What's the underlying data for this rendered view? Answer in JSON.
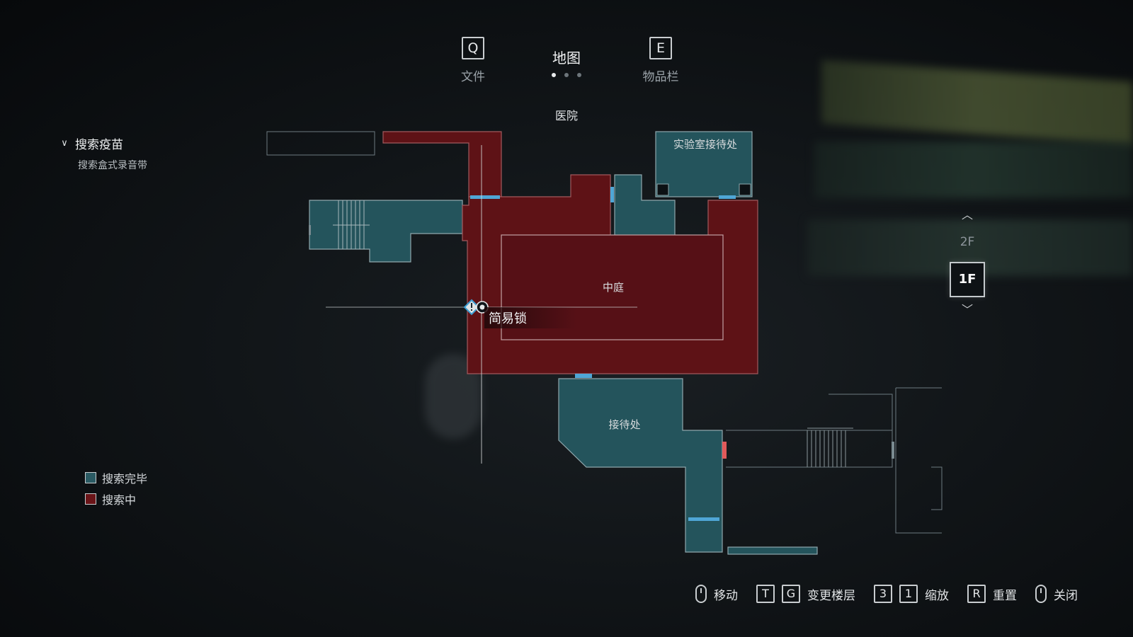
{
  "tabs": {
    "left": {
      "key": "Q",
      "label": "文件"
    },
    "center": {
      "label": "地图",
      "page_count": 3,
      "active_page": 1
    },
    "right": {
      "key": "E",
      "label": "物品栏"
    }
  },
  "area_title": "医院",
  "objective": {
    "title": "搜索疫苗",
    "subtitle": "搜索盒式录音带"
  },
  "rooms": {
    "lab_reception": "实验室接待处",
    "courtyard": "中庭",
    "reception": "接待处"
  },
  "marker": {
    "label": "简易锁"
  },
  "floors": {
    "upper": "2F",
    "current": "1F"
  },
  "legend": [
    {
      "label": "搜索完毕",
      "color": "#2a5a63"
    },
    {
      "label": "搜索中",
      "color": "#6a1418"
    }
  ],
  "colors": {
    "explored": "#24545c",
    "exploring": "#5e1216",
    "door": "#4fa6d6",
    "locked_door": "#e05a5a",
    "grid": "#5c6c74"
  },
  "controls": [
    {
      "type": "mouse",
      "icon": "mouse-icon",
      "label": "移动"
    },
    {
      "type": "keys",
      "keys": [
        "T",
        "G"
      ],
      "label": "变更楼层"
    },
    {
      "type": "keys",
      "keys": [
        "3",
        "1"
      ],
      "label": "缩放"
    },
    {
      "type": "keys",
      "keys": [
        "R"
      ],
      "label": "重置"
    },
    {
      "type": "mouse",
      "icon": "mouse-icon",
      "label": "关闭"
    }
  ]
}
